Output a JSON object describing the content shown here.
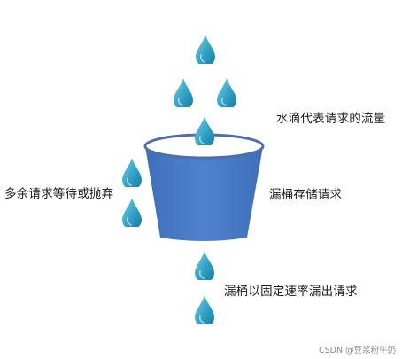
{
  "labels": {
    "drops_represent_requests": "水滴代表请求的流量",
    "bucket_stores_requests": "漏桶存储请求",
    "excess_requests_wait_or_discard": "多余请求等待或抛弃",
    "bucket_leaks_at_fixed_rate": "漏桶以固定速率漏出请求"
  },
  "watermark": "CSDN @豆浆粉牛奶",
  "colors": {
    "bucket_fill": "#4a7cc7",
    "bucket_rim": "#4a6fb0",
    "drop_light": "#6fc7dd",
    "drop_dark": "#1c84a9",
    "background": "#ffffff"
  },
  "icons": {
    "drop": "water-drop-icon",
    "bucket": "bucket-icon"
  }
}
